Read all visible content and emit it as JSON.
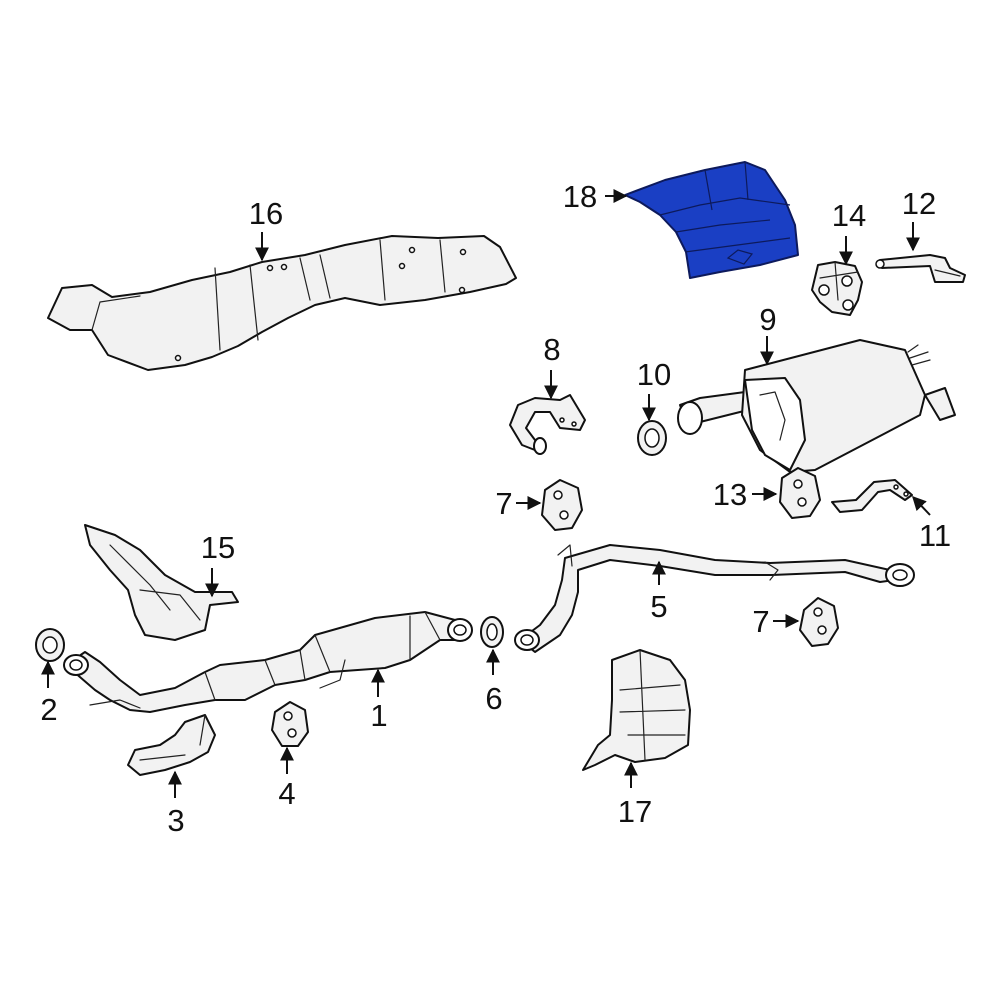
{
  "diagram": {
    "highlight_color": "#1a3fc4",
    "parts": [
      {
        "id": "p1",
        "number": "1"
      },
      {
        "id": "p2",
        "number": "2"
      },
      {
        "id": "p3",
        "number": "3"
      },
      {
        "id": "p4",
        "number": "4"
      },
      {
        "id": "p5",
        "number": "5"
      },
      {
        "id": "p6",
        "number": "6"
      },
      {
        "id": "p7a",
        "number": "7"
      },
      {
        "id": "p7b",
        "number": "7"
      },
      {
        "id": "p8",
        "number": "8"
      },
      {
        "id": "p9",
        "number": "9"
      },
      {
        "id": "p10",
        "number": "10"
      },
      {
        "id": "p11",
        "number": "11"
      },
      {
        "id": "p12",
        "number": "12"
      },
      {
        "id": "p13",
        "number": "13"
      },
      {
        "id": "p14",
        "number": "14"
      },
      {
        "id": "p15",
        "number": "15"
      },
      {
        "id": "p16",
        "number": "16"
      },
      {
        "id": "p17",
        "number": "17"
      },
      {
        "id": "p18",
        "number": "18",
        "highlighted": true
      }
    ]
  }
}
